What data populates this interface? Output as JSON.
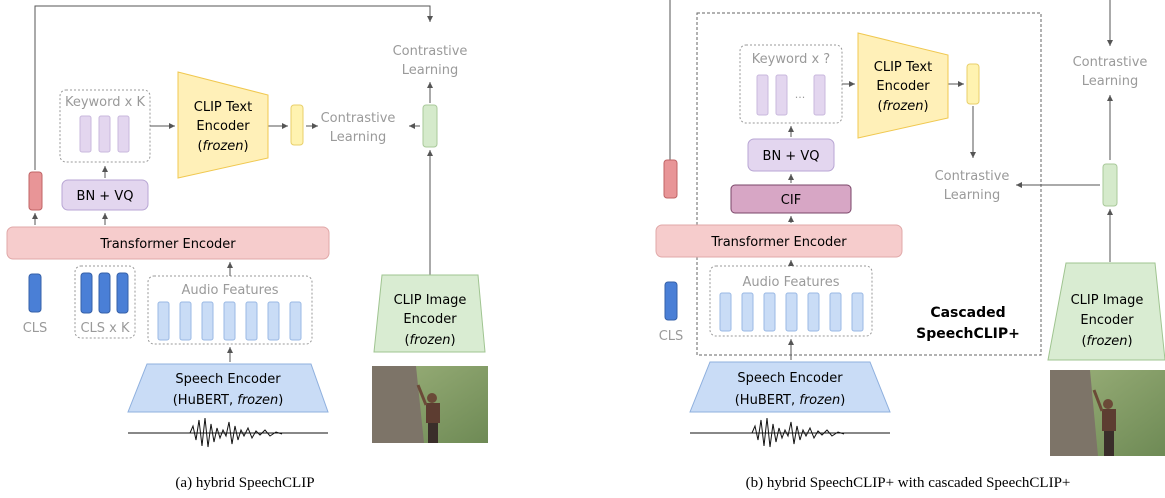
{
  "panel_a": {
    "contrastive_top": [
      "Contrastive",
      "Learning"
    ],
    "contrastive_mid": [
      "Contrastive",
      "Learning"
    ],
    "keyword_box": "Keyword x K",
    "clip_text": [
      "CLIP Text",
      "Encoder"
    ],
    "frozen": "frozen",
    "bn_vq": "BN + VQ",
    "transformer": "Transformer Encoder",
    "cls": "CLS",
    "cls_k": "CLS x K",
    "audio_features": "Audio Features",
    "speech_encoder": "Speech Encoder",
    "hubert_prefix": "(HuBERT, ",
    "hubert_frozen": "frozen",
    "hubert_suffix": ")",
    "clip_image": [
      "CLIP Image",
      "Encoder"
    ],
    "caption": "(a) hybrid SpeechCLIP"
  },
  "panel_b": {
    "contrastive_right": [
      "Contrastive",
      "Learning"
    ],
    "contrastive_mid": [
      "Contrastive",
      "Learning"
    ],
    "keyword_box": "Keyword x ?",
    "ellipsis": "...",
    "clip_text": [
      "CLIP Text",
      "Encoder"
    ],
    "frozen": "frozen",
    "bn_vq": "BN + VQ",
    "cif": "CIF",
    "transformer": "Transformer Encoder",
    "cls": "CLS",
    "audio_features": "Audio Features",
    "cascaded": [
      "Cascaded",
      "SpeechCLIP+"
    ],
    "speech_encoder": "Speech Encoder",
    "hubert_prefix": "(HuBERT, ",
    "hubert_frozen": "frozen",
    "hubert_suffix": ")",
    "clip_image": [
      "CLIP Image",
      "Encoder"
    ],
    "caption": "(b) hybrid SpeechCLIP+ with cascaded SpeechCLIP+"
  },
  "colors": {
    "transformer": "#f6cccc",
    "bn_vq": "#e3d6ef",
    "cif": "#d7a6c5",
    "clip_text": "#fff0b8",
    "clip_image": "#d9ecd2",
    "speech": "#c9dcf6",
    "cls": "#4a7fd6",
    "red_token": "#e89597",
    "green_token": "#d5eacb",
    "yellow_token": "#fff3b0"
  }
}
